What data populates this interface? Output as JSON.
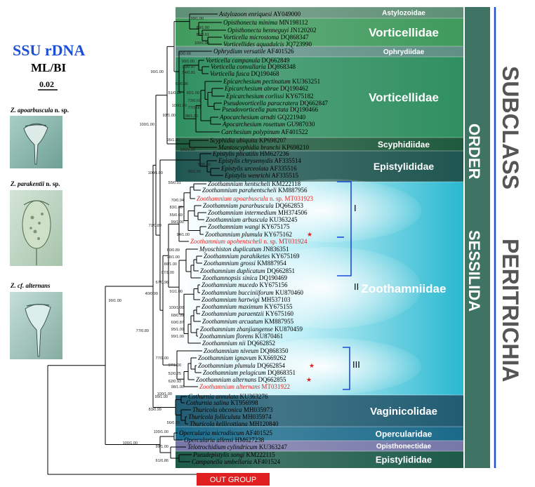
{
  "header": {
    "title": "SSU rDNA",
    "subtitle": "ML/BI",
    "scale": "0.02"
  },
  "images": [
    {
      "genus": "Z.",
      "name": "apoarbuscula",
      "suffix": " n. sp."
    },
    {
      "genus": "Z.",
      "name": "parakentii",
      "suffix": " n. sp."
    },
    {
      "genus": "Z. cf.",
      "name": "alternans",
      "suffix": ""
    }
  ],
  "families": [
    {
      "label": "Astylozoidae",
      "color": "#5f8f77"
    },
    {
      "label": "Vorticellidae",
      "color": "#3f9a5c"
    },
    {
      "label": "Ophrydiidae",
      "color": "#5f8f86"
    },
    {
      "label": "Vorticellidae",
      "color": "#2f8f60"
    },
    {
      "label": "Scyphidiidae",
      "color": "#1f5a3c"
    },
    {
      "label": "Epistylididae",
      "color": "#1f5550"
    },
    {
      "label": "Zoothamniidae",
      "color": "#40c8dc"
    },
    {
      "label": "Vaginicolidae",
      "color": "#215c72"
    },
    {
      "label": "Opercularidae",
      "color": "#1b6a8a"
    },
    {
      "label": "Opisthonectidae",
      "color": "#7777a8"
    },
    {
      "label": "Epistylididae",
      "color": "#1d5a48"
    }
  ],
  "clades": [
    "I",
    "II",
    "III"
  ],
  "taxa": [
    {
      "name": "Astylozoon enriquesi",
      "acc": "AY049000",
      "red": false
    },
    {
      "name": "Opisthonecta minima",
      "acc": "MN198112",
      "red": false
    },
    {
      "name": "Opisthonecta henneguyi",
      "acc": "JN120202",
      "red": false
    },
    {
      "name": "Vorticella microstoma",
      "acc": "DQ868347",
      "red": false
    },
    {
      "name": "Vorticellides aquadulcis",
      "acc": "JQ723990",
      "red": false
    },
    {
      "name": "Ophrydium versatile",
      "acc": "AF401526",
      "red": false
    },
    {
      "name": "Vorticella campanula",
      "acc": "DQ662849",
      "red": false
    },
    {
      "name": "Vorticella convallaria",
      "acc": "DQ868348",
      "red": false
    },
    {
      "name": "Vorticella fusca",
      "acc": "DQ190468",
      "red": false
    },
    {
      "name": "Epicarchesium pectinatum",
      "acc": "KU363251",
      "red": false
    },
    {
      "name": "Epicarchesium abrae",
      "acc": "DQ190462",
      "red": false
    },
    {
      "name": "Epicarchesium corlissi",
      "acc": "KY675182",
      "red": false
    },
    {
      "name": "Pseudovorticella paracratera",
      "acc": "DQ662847",
      "red": false
    },
    {
      "name": "Pseudovorticella punctata",
      "acc": "DQ190466",
      "red": false
    },
    {
      "name": "Apocarchesium arndti",
      "acc": "GQ221940",
      "red": false
    },
    {
      "name": "Apocarchesium rosettum",
      "acc": "GU987030",
      "red": false
    },
    {
      "name": "Carchesium polypinum",
      "acc": "AF401522",
      "red": false
    },
    {
      "name": "Scyphidia ubiquita",
      "acc": "KP698207",
      "red": false
    },
    {
      "name": "Mantoscyphidia branchi",
      "acc": "KP698210",
      "red": false
    },
    {
      "name": "Epistylis plicatilis",
      "acc": "HM627236",
      "red": false
    },
    {
      "name": "Epistylis chrysemydis",
      "acc": "AF335514",
      "red": false
    },
    {
      "name": "Epistylis urceolata",
      "acc": "AF335516",
      "red": false
    },
    {
      "name": "Epistylis wenrichi",
      "acc": "AF335515",
      "red": false
    },
    {
      "name": "Zoothamnium hentscheli",
      "acc": "KM222118",
      "red": false
    },
    {
      "name": "Zoothamnium parahentscheli",
      "acc": "KM887956",
      "red": false
    },
    {
      "name": "Zoothamnium apoarbuscula",
      "acc": "n. sp. MT031923",
      "red": true
    },
    {
      "name": "Zoothamnium pararbuscula",
      "acc": "DQ662853",
      "red": false
    },
    {
      "name": "Zoothamnium intermedium",
      "acc": "MH374506",
      "red": false
    },
    {
      "name": "Zoothamnium arbuscula",
      "acc": "KU363245",
      "red": false
    },
    {
      "name": "Zoothamnium wangi",
      "acc": "KY675175",
      "red": false
    },
    {
      "name": "Zoothamnium plumula",
      "acc": "KY675162",
      "red": false
    },
    {
      "name": "Zoothamnium apohentscheli",
      "acc": "n. sp. MT031924",
      "red": true
    },
    {
      "name": "Myoschiston duplicatum",
      "acc": "JN836351",
      "red": false
    },
    {
      "name": "Zoothamnium parahiketes",
      "acc": "KY675169",
      "red": false
    },
    {
      "name": "Zoothamnium grossi",
      "acc": "KM887954",
      "red": false
    },
    {
      "name": "Zoothamnium duplicatum",
      "acc": "DQ662851",
      "red": false
    },
    {
      "name": "Zoothamnopsis sinica",
      "acc": "DQ190469",
      "red": false
    },
    {
      "name": "Zoothamnium mucedo",
      "acc": "KY675156",
      "red": false
    },
    {
      "name": "Zoothamnium bucciniiforum",
      "acc": "KU870460",
      "red": false
    },
    {
      "name": "Zoothamnium hartwigi",
      "acc": "MH537103",
      "red": false
    },
    {
      "name": "Zoothamnium maximum",
      "acc": "KY675155",
      "red": false
    },
    {
      "name": "Zoothamnium paraentzii",
      "acc": "KY675160",
      "red": false
    },
    {
      "name": "Zoothamnium arcuatum",
      "acc": "KM887955",
      "red": false
    },
    {
      "name": "Zoothamnium zhanjiangense",
      "acc": "KU870459",
      "red": false
    },
    {
      "name": "Zoothamnium florens",
      "acc": "KU870461",
      "red": false
    },
    {
      "name": "Zoothamnium nii",
      "acc": "DQ662852",
      "red": false
    },
    {
      "name": "Zoothamnium niveum",
      "acc": "DQ868350",
      "red": false
    },
    {
      "name": "Zoothamnium ignavum",
      "acc": "KX669262",
      "red": false
    },
    {
      "name": "Zoothamnium plumula",
      "acc": "DQ662854",
      "red": false
    },
    {
      "name": "Zoothamnium pelagicum",
      "acc": "DQ868351",
      "red": false
    },
    {
      "name": "Zoothamnium alternans",
      "acc": "DQ662855",
      "red": false
    },
    {
      "name": "Zoothamnium alternans",
      "acc": "MT031922",
      "red": true
    },
    {
      "name": "Cothurnia annulata",
      "acc": "KU363276",
      "red": false
    },
    {
      "name": "Cothurnia salina",
      "acc": "KT956998",
      "red": false
    },
    {
      "name": "Thuricola obconica",
      "acc": "MH035973",
      "red": false
    },
    {
      "name": "Thuricola folliculata",
      "acc": "MH035974",
      "red": false
    },
    {
      "name": "Thuricola kellicottiana",
      "acc": "MH120840",
      "red": false
    },
    {
      "name": "Opercularia microdiscum",
      "acc": "AF401525",
      "red": false
    },
    {
      "name": "Opercularia allensi",
      "acc": "HM627238",
      "red": false
    },
    {
      "name": "Telotrochidium cylindricum",
      "acc": "KU363247",
      "red": false
    },
    {
      "name": "Pseudepistylis songi",
      "acc": "KM222115",
      "red": false
    },
    {
      "name": "Campanella umbellaria",
      "acc": "AF401524",
      "red": false
    }
  ],
  "support": [
    "99/1.00",
    "89/1.00",
    "85/0.61",
    "100/1.00",
    "30/0.66",
    "90/1.00",
    "95/0.97",
    "54/0.91",
    "90/1.00",
    "62/0.96",
    "51/0.88",
    "92/1.00",
    "73/0.61",
    "77/1.00",
    "100/1.00",
    "98/1.00",
    "93/1.00",
    "100/1.00",
    "95/1.00",
    "100/1.00",
    "58/0.60",
    "95/1.00",
    "100/1.00",
    "55/0.51",
    "70/0.94",
    "83/1.00",
    "55/0.69",
    "99/1.00",
    "94/1.00",
    "71/0.89",
    "60/0.89",
    "78/1.00",
    "86/1.00",
    "97/1.00",
    "67/0.96",
    "91/1.00",
    "100/1.00",
    "68/0.99",
    "60/0.87",
    "95/1.00",
    "99/1.00",
    "40/0.99",
    "77/0.89",
    "99/1.00",
    "77/1.00",
    "97/1.00",
    "52/0.75",
    "62/0.93",
    "98/1.00",
    "100/1.00",
    "99/1.00",
    "83/0.99",
    "56/0.83",
    "100/1.00",
    "100/1.00",
    "99/1.00",
    "61/0.86"
  ],
  "rank_labels": {
    "order_a": "ORDER",
    "order_b": "SESSILIDA",
    "sub_a": "SUBCLASS",
    "sub_b": "PERITRICHIA"
  },
  "outgroup": "OUT GROUP",
  "colors": {
    "title_blue": "#1a4fd6",
    "clade_bracket": "#1a4fd6",
    "new_species_red": "#e02020",
    "outgroup_red": "#e02020",
    "vertical_text": "#555555"
  }
}
